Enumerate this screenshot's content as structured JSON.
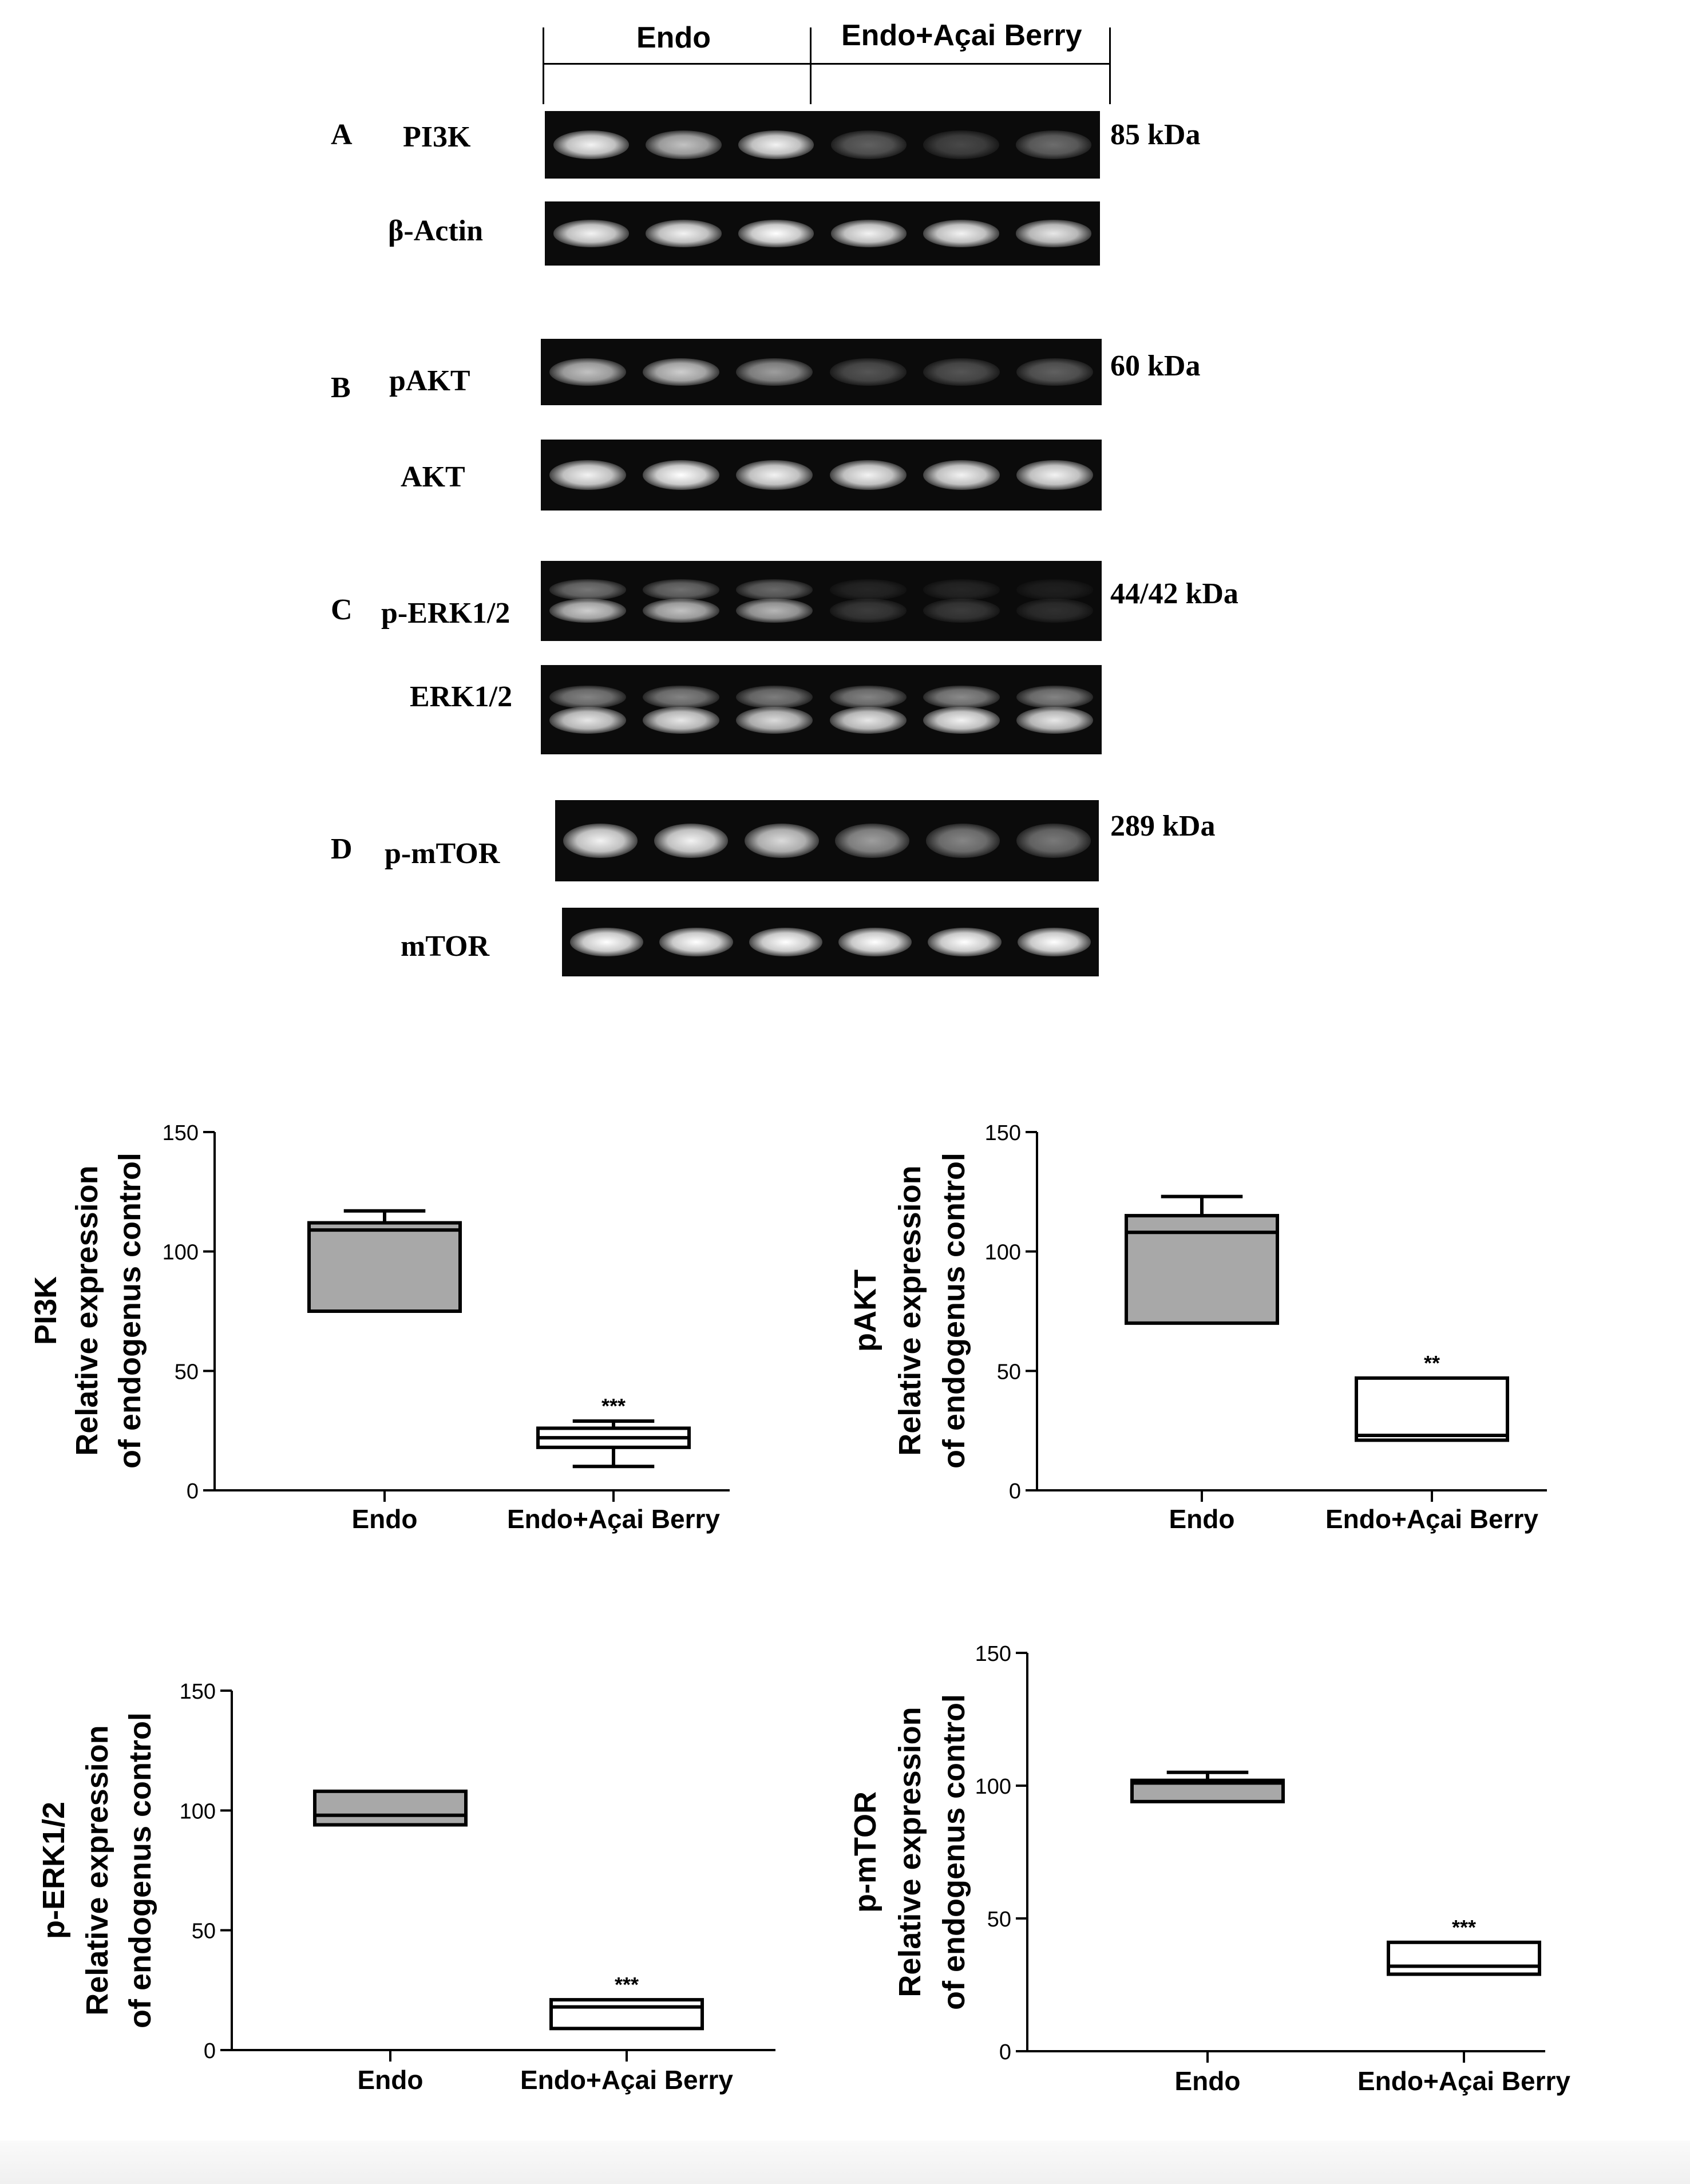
{
  "figure": {
    "groups": [
      "Endo",
      "Endo+Açai Berry"
    ],
    "blots": [
      {
        "panel": "A",
        "protein": "PI3K",
        "kda": "85 kDa",
        "control": "β-Actin",
        "target_intensity": [
          0.95,
          0.75,
          0.95,
          0.35,
          0.25,
          0.4
        ],
        "control_intensity": [
          0.95,
          0.95,
          1.0,
          0.95,
          0.95,
          0.9
        ]
      },
      {
        "panel": "B",
        "protein": "pAKT",
        "kda": "60 kDa",
        "control": "AKT",
        "target_intensity": [
          0.75,
          0.8,
          0.6,
          0.3,
          0.3,
          0.35
        ],
        "control_intensity": [
          0.95,
          1.0,
          0.95,
          0.95,
          0.95,
          0.95
        ]
      },
      {
        "panel": "C",
        "protein": "p-ERK1/2",
        "kda": "44/42 kDa",
        "control": "ERK1/2",
        "target_intensity": [
          0.8,
          0.75,
          0.7,
          0.2,
          0.2,
          0.15
        ],
        "control_intensity": [
          0.9,
          0.9,
          0.85,
          0.9,
          0.95,
          0.9
        ]
      },
      {
        "panel": "D",
        "protein": "p-mTOR",
        "kda": "289 kDa",
        "control": "mTOR",
        "target_intensity": [
          0.95,
          0.95,
          0.85,
          0.6,
          0.5,
          0.45
        ],
        "control_intensity": [
          1.0,
          1.0,
          1.0,
          1.0,
          1.0,
          1.0
        ]
      }
    ]
  },
  "chart_data": [
    {
      "type": "box",
      "ylabel_main": "PI3K",
      "ylabel_line1": "Relative expression",
      "ylabel_line2": "of endogenus control",
      "categories": [
        "Endo",
        "Endo+Açai Berry"
      ],
      "ylim": [
        0,
        150
      ],
      "yticks": [
        "0",
        "50",
        "100",
        "150"
      ],
      "boxes": [
        {
          "category": "Endo",
          "min": 75,
          "q1": 75,
          "median": 109,
          "q3": 112,
          "max": 117,
          "fill": "#a8a8a8",
          "annotation": ""
        },
        {
          "category": "Endo+Açai Berry",
          "min": 10,
          "q1": 18,
          "median": 22,
          "q3": 26,
          "max": 29,
          "fill": "#ffffff",
          "annotation": "***"
        }
      ]
    },
    {
      "type": "box",
      "ylabel_main": "pAKT",
      "ylabel_line1": "Relative expression",
      "ylabel_line2": "of endogenus control",
      "categories": [
        "Endo",
        "Endo+Açai Berry"
      ],
      "ylim": [
        0,
        150
      ],
      "yticks": [
        "0",
        "50",
        "100",
        "150"
      ],
      "boxes": [
        {
          "category": "Endo",
          "min": 70,
          "q1": 70,
          "median": 108,
          "q3": 115,
          "max": 123,
          "fill": "#a8a8a8",
          "annotation": ""
        },
        {
          "category": "Endo+Açai Berry",
          "min": 21,
          "q1": 21,
          "median": 23,
          "q3": 47,
          "max": 47,
          "fill": "#ffffff",
          "annotation": "**"
        }
      ]
    },
    {
      "type": "box",
      "ylabel_main": "p-ERK1/2",
      "ylabel_line1": "Relative expression",
      "ylabel_line2": "of endogenus control",
      "categories": [
        "Endo",
        "Endo+Açai Berry"
      ],
      "ylim": [
        0,
        150
      ],
      "yticks": [
        "0",
        "50",
        "100",
        "150"
      ],
      "boxes": [
        {
          "category": "Endo",
          "min": 94,
          "q1": 94,
          "median": 98,
          "q3": 108,
          "max": 108,
          "fill": "#a8a8a8",
          "annotation": ""
        },
        {
          "category": "Endo+Açai Berry",
          "min": 9,
          "q1": 9,
          "median": 18,
          "q3": 21,
          "max": 21,
          "fill": "#ffffff",
          "annotation": "***"
        }
      ]
    },
    {
      "type": "box",
      "ylabel_main": "p-mTOR",
      "ylabel_line1": "Relative expression",
      "ylabel_line2": "of endogenus control",
      "categories": [
        "Endo",
        "Endo+Açai Berry"
      ],
      "ylim": [
        0,
        150
      ],
      "yticks": [
        "0",
        "50",
        "100",
        "150"
      ],
      "boxes": [
        {
          "category": "Endo",
          "min": 94,
          "q1": 94,
          "median": 101,
          "q3": 102,
          "max": 105,
          "fill": "#a8a8a8",
          "annotation": ""
        },
        {
          "category": "Endo+Açai Berry",
          "min": 29,
          "q1": 29,
          "median": 32,
          "q3": 41,
          "max": 41,
          "fill": "#ffffff",
          "annotation": "***"
        }
      ]
    }
  ]
}
